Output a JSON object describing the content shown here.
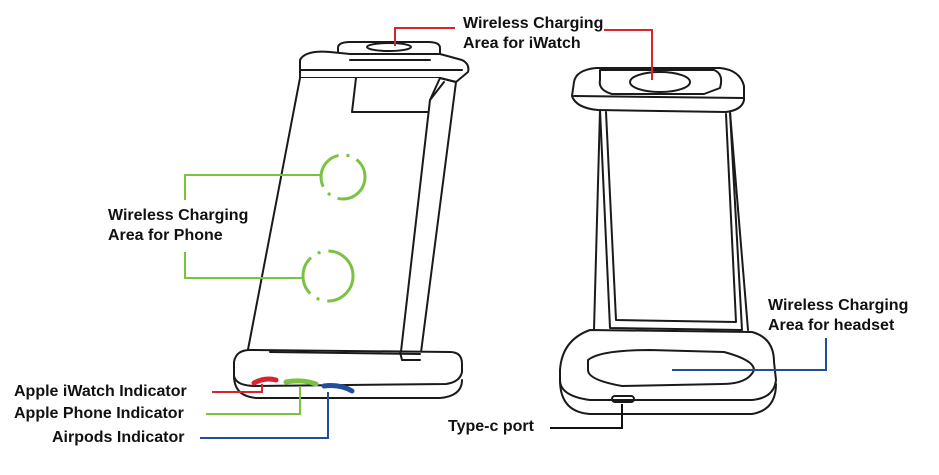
{
  "colors": {
    "outline": "#1a1a1a",
    "phone_callout": "#7cc242",
    "watch_callout": "#d9232d",
    "headset_callout": "#1f4e9c",
    "port_callout": "#111111",
    "iwatch_indicator": "#d9232d",
    "phone_indicator": "#7cc242",
    "airpods_indicator": "#1f4e9c"
  },
  "labels": {
    "watch_area": {
      "line1": "Wireless Charging",
      "line2": "Area for iWatch"
    },
    "phone_area": {
      "line1": "Wireless Charging",
      "line2": "Area for Phone"
    },
    "headset_area": {
      "line1": "Wireless Charging",
      "line2": "Area for headset"
    },
    "iwatch_indicator": "Apple iWatch Indicator",
    "phone_indicator": "Apple Phone Indicator",
    "airpods_indicator": "Airpods Indicator",
    "type_c_port": "Type-c port"
  }
}
